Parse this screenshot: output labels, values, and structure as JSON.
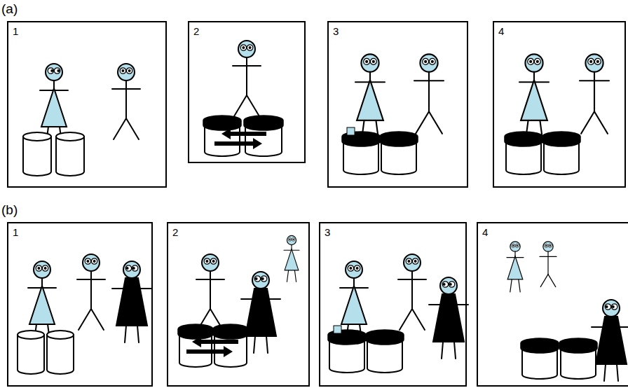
{
  "diagram": {
    "nodes": [
      {
        "text": [
          "1"
        ]
      },
      {
        "text": [
          "2"
        ]
      },
      {
        "text": [
          "3"
        ]
      },
      {
        "text": [
          "4"
        ]
      },
      {
        "text": [
          "1"
        ]
      },
      {
        "text": [
          "2"
        ]
      },
      {
        "text": [
          "3"
        ]
      },
      {
        "text": [
          "4"
        ]
      }
    ],
    "labels": [
      "(a)",
      "(b)"
    ]
  }
}
